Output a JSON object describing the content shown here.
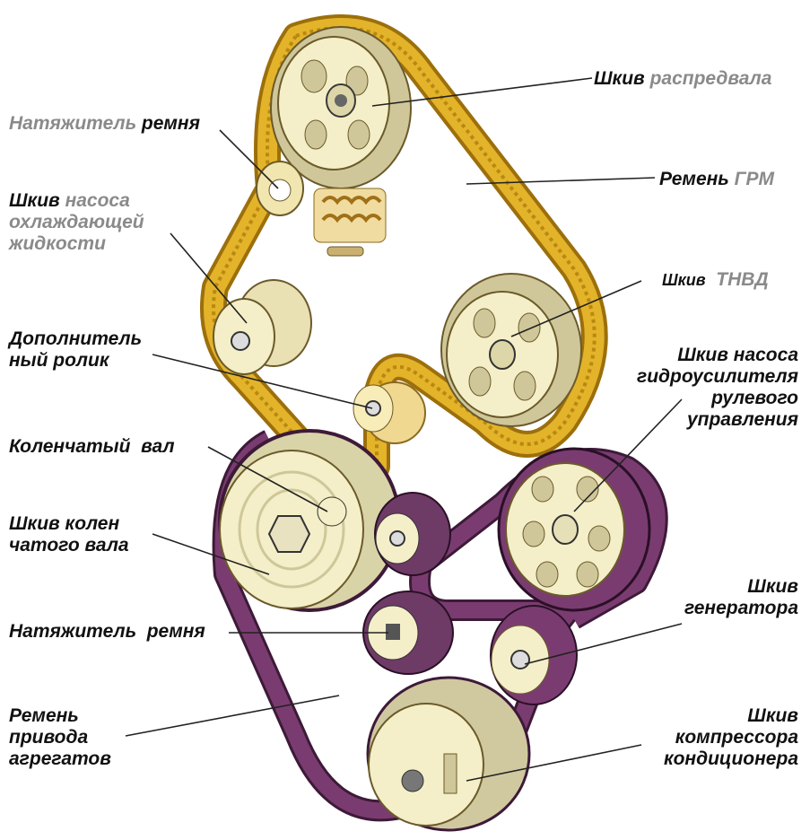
{
  "labels": {
    "camshaft": {
      "a": "Шкив",
      "b": "распредвала"
    },
    "tensioner_top": {
      "a": "Натяжитель",
      "b": "ремня"
    },
    "timing_belt": {
      "a": "Ремень",
      "b": "ГРМ"
    },
    "water_pump": {
      "a": "Шкив",
      "b": "насоса",
      "c": "охлаждающей",
      "d": "жидкости"
    },
    "injection_pump": {
      "a": "Шкив",
      "b": "ТНВД"
    },
    "idler": {
      "a": "Дополнитель",
      "b": "ный ролик"
    },
    "power_steering": {
      "a": "Шкив насоса",
      "b": "гидроусилителя",
      "c": "рулевого",
      "d": "управления"
    },
    "crankshaft": {
      "a": "Коленчатый  вал"
    },
    "crank_pulley": {
      "a": "Шкив колен",
      "b": "чатого вала"
    },
    "tensioner_bottom": {
      "a": "Натяжитель  ремня"
    },
    "alternator": {
      "a": "Шкив",
      "b": "генератора"
    },
    "drive_belt": {
      "a": "Ремень",
      "b": "привода",
      "c": "агрегатов"
    },
    "ac_compressor": {
      "a": "Шкив",
      "b": "компрессора",
      "c": "кондиционера"
    }
  },
  "colors": {
    "timing_belt": "#e3b32a",
    "timing_belt_dark": "#9c6f0c",
    "drive_belt": "#7a3c70",
    "drive_belt_dark": "#3d1a38",
    "pulley_face": "#f4efc8",
    "pulley_shade": "#cfc79a",
    "label_gray": "#8a8a8a"
  }
}
